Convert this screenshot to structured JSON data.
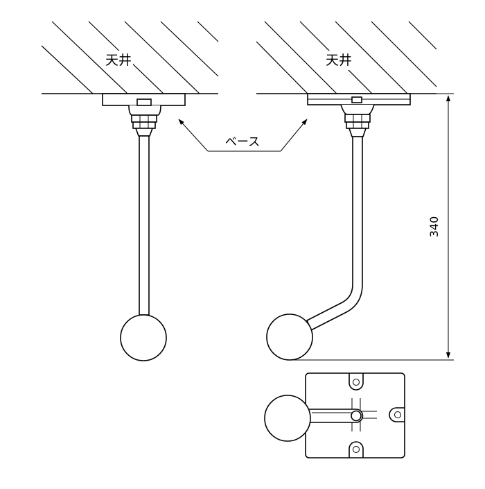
{
  "labels": {
    "ceiling_left": "天井",
    "ceiling_right": "天井",
    "base": "ベース",
    "dimension": "340"
  }
}
